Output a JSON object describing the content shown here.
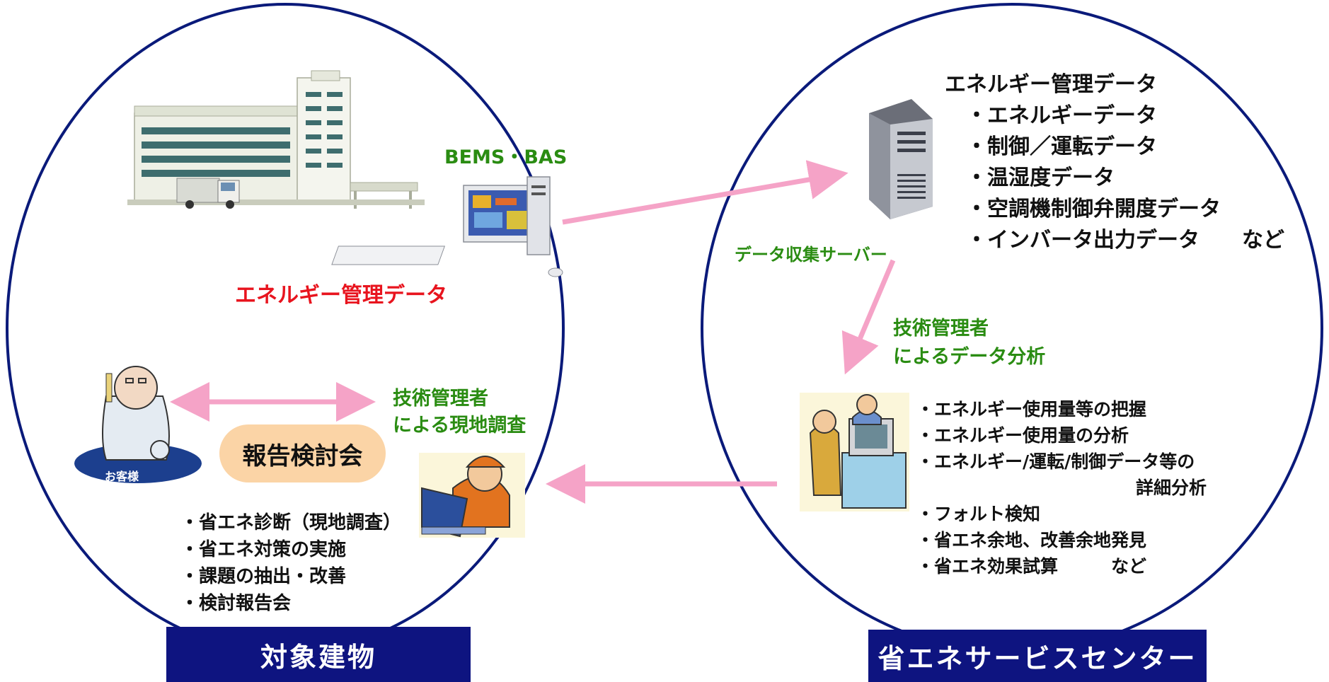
{
  "left_panel": {
    "footer_label": "対象建物",
    "bems_label": "BEMS・BAS",
    "energy_data_label": "エネルギー管理データ",
    "customer_label": "お客様",
    "meeting_label": "報告検討会",
    "onsite_label_line1": "技術管理者",
    "onsite_label_line2": "による現地調査",
    "tasks": [
      "・省エネ診断（現地調査）",
      "・省エネ対策の実施",
      "・課題の抽出・改善",
      "・検討報告会"
    ]
  },
  "right_panel": {
    "footer_label": "省エネサービスセンター",
    "server_label": "データ収集サーバー",
    "data_title": "エネルギー管理データ",
    "data_items": [
      "・エネルギーデータ",
      "・制御／運転データ",
      "・温湿度データ",
      "・空調機制御弁開度データ",
      "・インバータ出力データ　　など"
    ],
    "analysis_label_line1": "技術管理者",
    "analysis_label_line2": "によるデータ分析",
    "analysis_items": [
      "・エネルギー使用量等の把握",
      "・エネルギー使用量の分析",
      "・エネルギー/運転/制御データ等の",
      "詳細分析",
      "・フォルト検知",
      "・省エネ余地、改善余地発見",
      "・省エネ効果試算　　　など"
    ]
  },
  "colors": {
    "circle_border": "#0a1a7a",
    "footer_bg": "#0e1480",
    "arrow": "#f5a3c7",
    "green_text": "#2a8c12",
    "red_text": "#e8141e",
    "meeting_bg": "#fbd4a6"
  }
}
